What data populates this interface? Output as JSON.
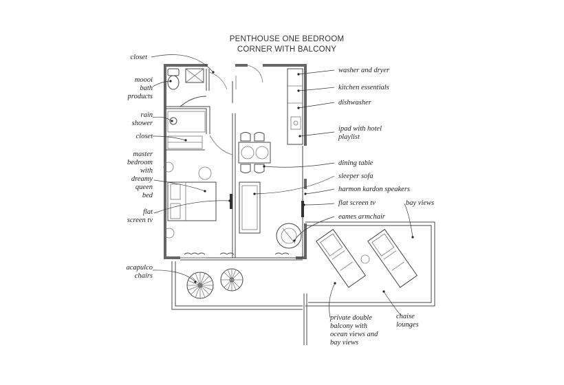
{
  "title": {
    "line1": "PENTHOUSE ONE BEDROOM",
    "line2": "CORNER WITH BALCONY"
  },
  "labels": {
    "closet_top": "closet",
    "moooi_1": "moooi",
    "moooi_2": "bath",
    "moooi_3": "products",
    "rain_1": "rain",
    "rain_2": "shower",
    "closet_mid": "closet",
    "master_1": "master",
    "master_2": "bedroom",
    "master_3": "with",
    "master_4": "dreamy",
    "master_5": "queen",
    "master_6": "bed",
    "flat_left_1": "flat",
    "flat_left_2": "screen tv",
    "acapulco_1": "acapulco",
    "acapulco_2": "chairs",
    "washer": "washer and dryer",
    "kitchen": "kitchen essentials",
    "dishwasher": "dishwasher",
    "ipad_1": "ipad with hotel",
    "ipad_2": "playlist",
    "dining": "dining table",
    "sofa": "sleeper sofa",
    "speakers": "harmon kardon speakers",
    "flat_right": "flat screen tv",
    "eames": "eames armchair",
    "bay": "bay views",
    "balcony_1": "private double",
    "balcony_2": "balcony with",
    "balcony_3": "ocean views and",
    "balcony_4": "bay views",
    "chaise_1": "chaise",
    "chaise_2": "lounges"
  }
}
